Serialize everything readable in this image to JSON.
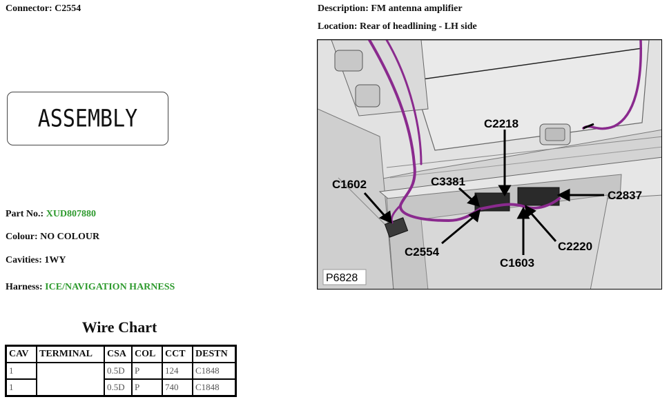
{
  "header": {
    "connector": "Connector: C2554",
    "description": "Description: FM antenna amplifier",
    "location": "Location: Rear of headlining - LH side"
  },
  "assembly_label": "ASSEMBLY",
  "details": {
    "part_no_label": "Part No.: ",
    "part_no_value": "XUD807880",
    "colour": "Colour: NO COLOUR",
    "cavities": "Cavities: 1WY",
    "harness_label": "Harness: ",
    "harness_value": "ICE/NAVIGATION HARNESS"
  },
  "wire_chart": {
    "title": "Wire Chart",
    "columns": [
      "CAV",
      "TERMINAL",
      "CSA",
      "COL",
      "CCT",
      "DESTN"
    ],
    "rows": [
      {
        "cav": "1",
        "terminal": "",
        "csa": "0.5D",
        "col": "P",
        "cct": "124",
        "destn": "C1848"
      },
      {
        "cav": "1",
        "terminal": "",
        "csa": "0.5D",
        "col": "P",
        "cct": "740",
        "destn": "C1848"
      }
    ]
  },
  "diagram": {
    "callouts": [
      "C2218",
      "C1602",
      "C3381",
      "C2837",
      "C2554",
      "C2220",
      "C1603"
    ],
    "figure_id": "P6828",
    "harness_color": "#8a2a8e"
  }
}
